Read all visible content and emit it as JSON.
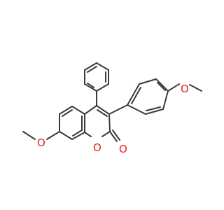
{
  "molecule": {
    "atoms": [
      {
        "id": "methoxy_top_O",
        "label": "O",
        "color": "#e2231a"
      },
      {
        "id": "methoxy_left_O",
        "label": "O",
        "color": "#e2231a"
      },
      {
        "id": "ring_O",
        "label": "O",
        "color": "#e2231a"
      },
      {
        "id": "carbonyl_O",
        "label": "O",
        "color": "#e2231a"
      }
    ],
    "bond_color": "#3a3a3a"
  }
}
